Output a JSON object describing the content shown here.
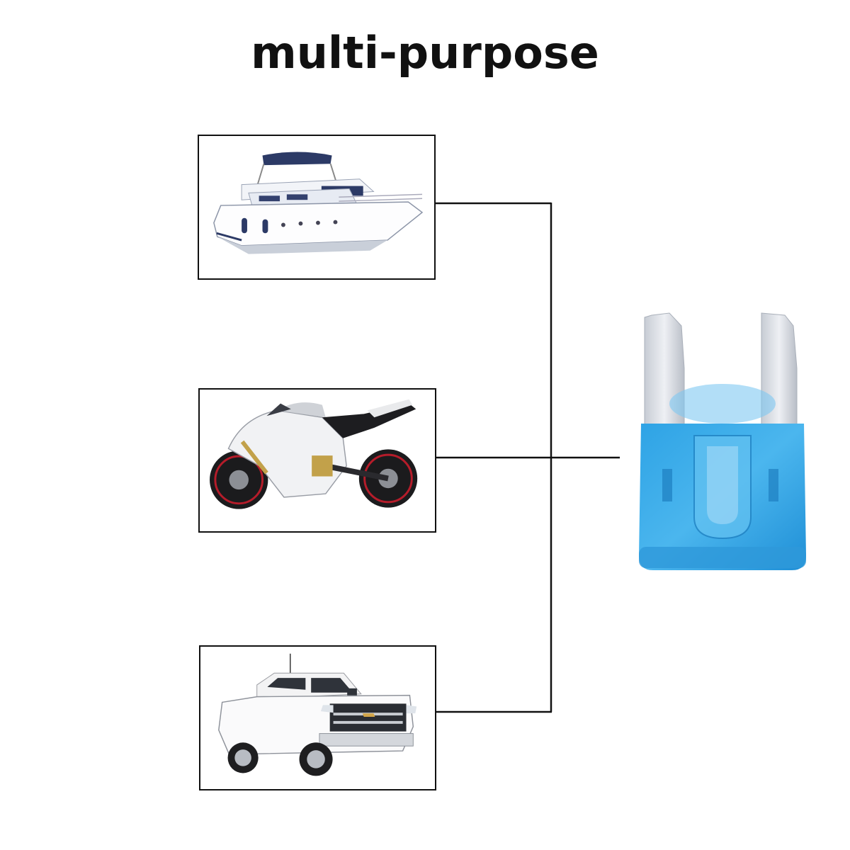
{
  "title": "multi-purpose",
  "applications": [
    {
      "name": "boat-image"
    },
    {
      "name": "motorcycle-image"
    },
    {
      "name": "pickup-truck-image"
    }
  ],
  "product": {
    "name": "mini-blade-fuse",
    "color": "#37a9e6"
  },
  "colors": {
    "line": "#111111",
    "fuse_body": "#37a9e6",
    "fuse_terminal": "#d9dde4"
  }
}
